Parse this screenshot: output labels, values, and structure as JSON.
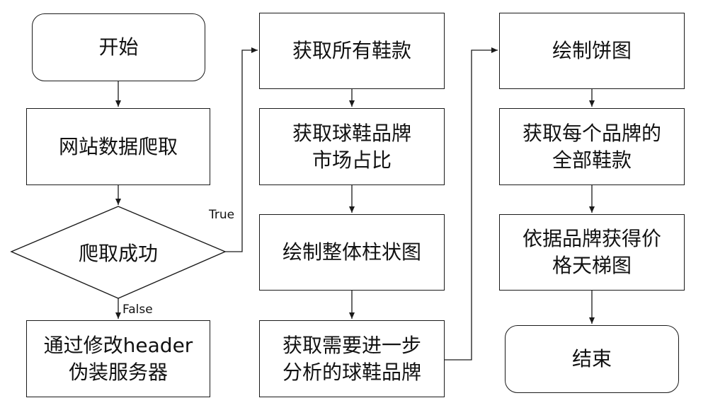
{
  "nodes": {
    "start": "开始",
    "crawl": "网站数据爬取",
    "decision": "爬取成功",
    "disguise": [
      "通过修改header",
      "伪装服务器"
    ],
    "get_all": "获取所有鞋款",
    "brand_share": [
      "获取球鞋品牌",
      "市场占比"
    ],
    "bar_chart": "绘制整体柱状图",
    "select_brand": [
      "获取需要进一步",
      "分析的球鞋品牌"
    ],
    "pie_chart": "绘制饼图",
    "brand_all": [
      "获取每个品牌的",
      "全部鞋款"
    ],
    "price_ladder": [
      "依据品牌获得价",
      "格天梯图"
    ],
    "end": "结束"
  },
  "edges": {
    "true_label": "True",
    "false_label": "False"
  }
}
